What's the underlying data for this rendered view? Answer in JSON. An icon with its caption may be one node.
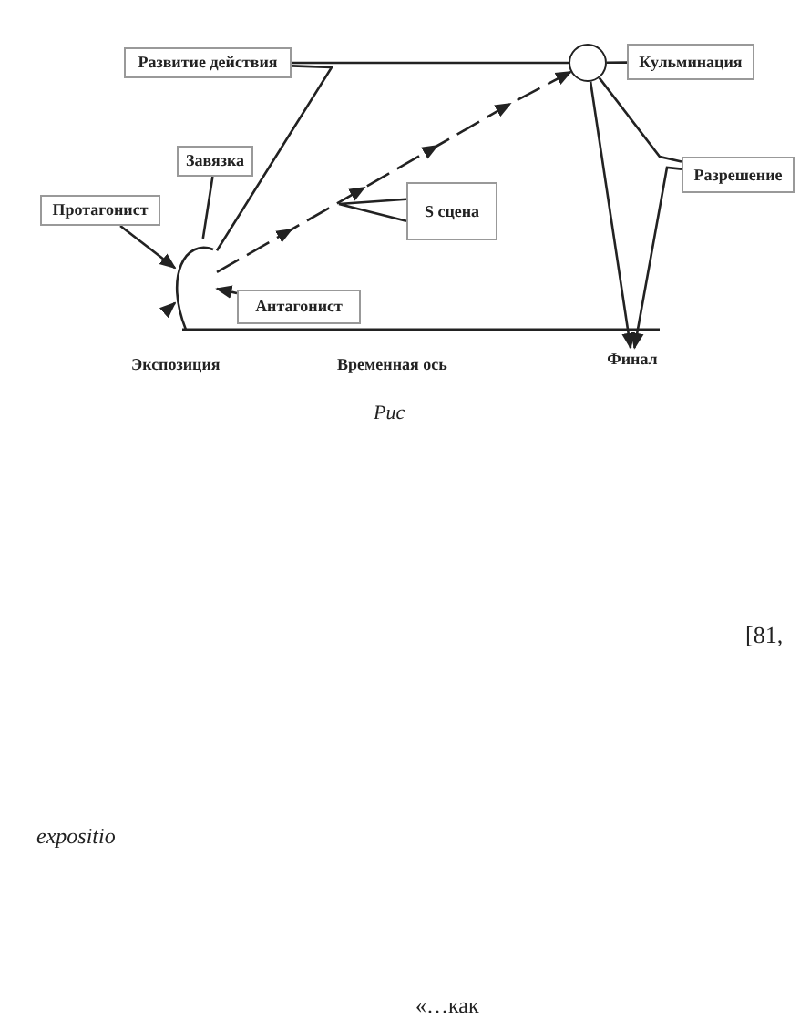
{
  "diagram": {
    "caption": "Рис",
    "nodes": [
      {
        "text": [
          "Развитие действия"
        ]
      },
      {
        "text": [
          "Кульминация"
        ]
      },
      {
        "text": [],
        "shape": "circle"
      },
      {
        "text": [
          "Завязка"
        ]
      },
      {
        "text": [
          "Протагонист"
        ]
      },
      {
        "text": [
          "S сцена"
        ]
      },
      {
        "text": [
          "Разрешение"
        ]
      },
      {
        "text": [
          "Антагонист"
        ]
      },
      {
        "text": [],
        "shape": "arc"
      },
      {
        "text": [
          "Финал"
        ]
      }
    ],
    "edges": [
      {
        "from": 0,
        "to": 2,
        "arrow": "none"
      },
      {
        "from": 1,
        "to": 2,
        "arrow": "none"
      },
      {
        "from": 0,
        "to": 8,
        "arrow": "none"
      },
      {
        "from": 3,
        "to": 8,
        "arrow": "none"
      },
      {
        "from": 4,
        "to": 8,
        "arrow": "to"
      },
      {
        "from": null,
        "to": 8,
        "arrow": "to"
      },
      {
        "from": 7,
        "to": 8,
        "arrow": "to"
      },
      {
        "from": 8,
        "to": 2,
        "arrow": "to",
        "style": "dashed"
      },
      {
        "from": 5,
        "to": null,
        "arrow": "to"
      },
      {
        "from": 2,
        "to": 6,
        "arrow": "none"
      },
      {
        "from": 6,
        "to": 9,
        "arrow": "to"
      },
      {
        "from": 2,
        "to": 9,
        "arrow": "to"
      }
    ],
    "labels": [
      "Экспозиция",
      "Временная ось",
      "[81,",
      "expositio",
      "«…как"
    ]
  }
}
